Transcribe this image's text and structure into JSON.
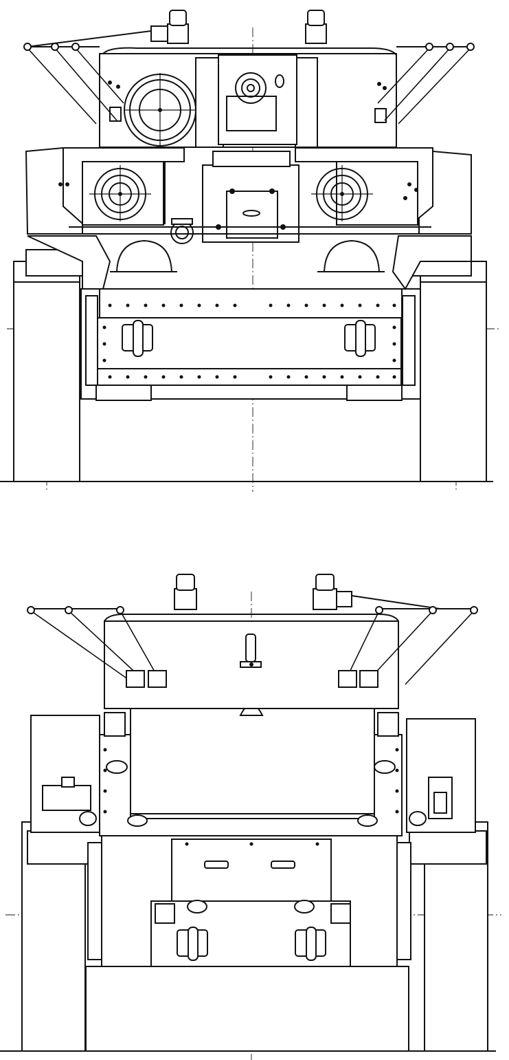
{
  "drawing": {
    "kind": "technical-line-drawing",
    "views": [
      {
        "id": "front-view",
        "position": "top"
      },
      {
        "id": "rear-view",
        "position": "bottom"
      }
    ],
    "text_labels": [],
    "ink_color": "#111111",
    "paper_color": "#ffffff"
  }
}
